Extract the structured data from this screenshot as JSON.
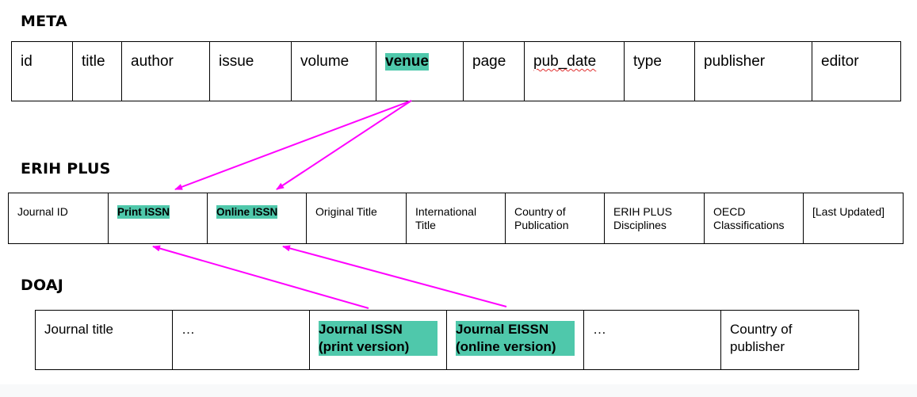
{
  "meta": {
    "title": "META",
    "columns": [
      "id",
      "title",
      "author",
      "issue",
      "volume",
      "venue",
      "page",
      "pub_date",
      "type",
      "publisher",
      "editor"
    ],
    "highlighted": "venue"
  },
  "erih": {
    "title": "ERIH PLUS",
    "columns": [
      "Journal ID",
      "Print ISSN",
      "Online ISSN",
      "Original Title",
      "International Title",
      "Country of Publication",
      "ERIH PLUS Disciplines",
      "OECD Classifications",
      "[Last Updated]"
    ]
  },
  "doaj": {
    "title": "DOAJ",
    "columns": [
      "Journal title",
      "…",
      "Journal ISSN (print version)",
      "Journal EISSN (online version)",
      "…",
      "Country of publisher"
    ]
  },
  "colors": {
    "highlight": "#4fc8ab",
    "arrow": "#ff00ff"
  }
}
